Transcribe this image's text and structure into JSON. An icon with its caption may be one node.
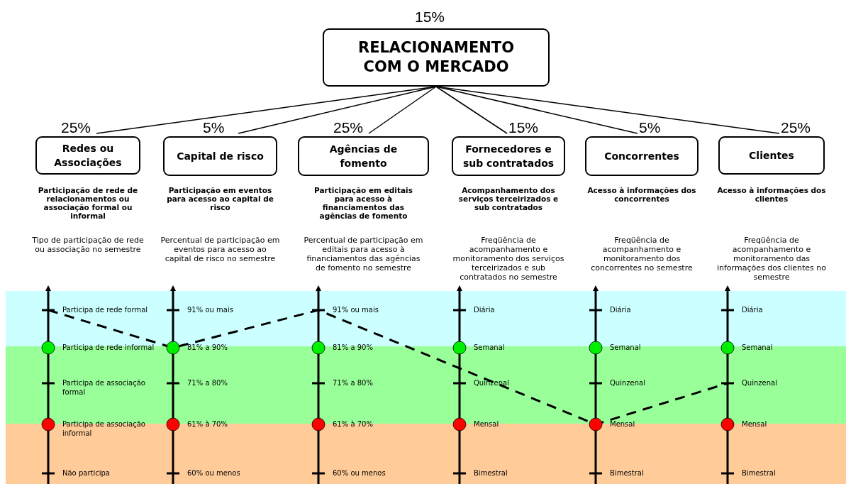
{
  "diagram": {
    "nodes": [
      {
        "text": [
          "RELACIONAMENTO COM O MERCADO"
        ],
        "beside": [
          "15%"
        ]
      },
      {
        "text": [
          "Redes ou Associações"
        ],
        "beside": [
          "25%"
        ]
      },
      {
        "text": [
          "Capital de risco"
        ],
        "beside": [
          "5%"
        ]
      },
      {
        "text": [
          "Agências de fomento"
        ],
        "beside": [
          "25%"
        ]
      },
      {
        "text": [
          "Fornecedores e sub contratados"
        ],
        "beside": [
          "15%"
        ]
      },
      {
        "text": [
          "Concorrentes"
        ],
        "beside": [
          "5%"
        ]
      },
      {
        "text": [
          "Clientes"
        ],
        "beside": [
          "25%"
        ]
      }
    ],
    "edges": [
      {
        "from": 0,
        "to": 1,
        "arrow": "none"
      },
      {
        "from": 0,
        "to": 2,
        "arrow": "none"
      },
      {
        "from": 0,
        "to": 3,
        "arrow": "none"
      },
      {
        "from": 0,
        "to": 4,
        "arrow": "none"
      },
      {
        "from": 0,
        "to": 5,
        "arrow": "none"
      },
      {
        "from": 0,
        "to": 6,
        "arrow": "none"
      }
    ],
    "labels": [
      "Participação de rede de relacionamentos ou associação formal ou informal",
      "Tipo de participação de rede ou associação no semestre",
      "Participa de rede formal",
      "Participa de rede informal",
      "Participa de associação formal",
      "Participa de associação informal",
      "Não participa",
      "Participação em eventos para acesso ao capital de risco",
      "Percentual de participação em eventos para acesso ao capital de risco no semestre",
      "91% ou mais",
      "81% a 90%",
      "71% a 80%",
      "61% à 70%",
      "60% ou menos",
      "Participação em editais para acesso à financiamentos das agências de fomento",
      "Percentual de participação em editais para acesso à financiamentos das agências de fomento no semestre",
      "91% ou mais",
      "81% a 90%",
      "71% a 80%",
      "61% à 70%",
      "60% ou menos",
      "Acompanhamento dos serviços terceirizados e sub contratados",
      "Freqüência de acompanhamento e monitoramento dos serviços terceirizados e sub contratados no semestre",
      "Diária",
      "Semanal",
      "Quinzenal",
      "Mensal",
      "Bimestral",
      "Acesso à informações dos concorrentes",
      "Freqüência de acompanhamento e monitoramento dos concorrentes no semestre",
      "Diária",
      "Semanal",
      "Quinzenal",
      "Mensal",
      "Bimestral",
      "Acesso à informações dos clientes",
      "Freqüência de acompanhamento e monitoramento das informações dos clientes no semestre",
      "Diária",
      "Semanal",
      "Quinzenal",
      "Mensal",
      "Bimestral"
    ]
  }
}
